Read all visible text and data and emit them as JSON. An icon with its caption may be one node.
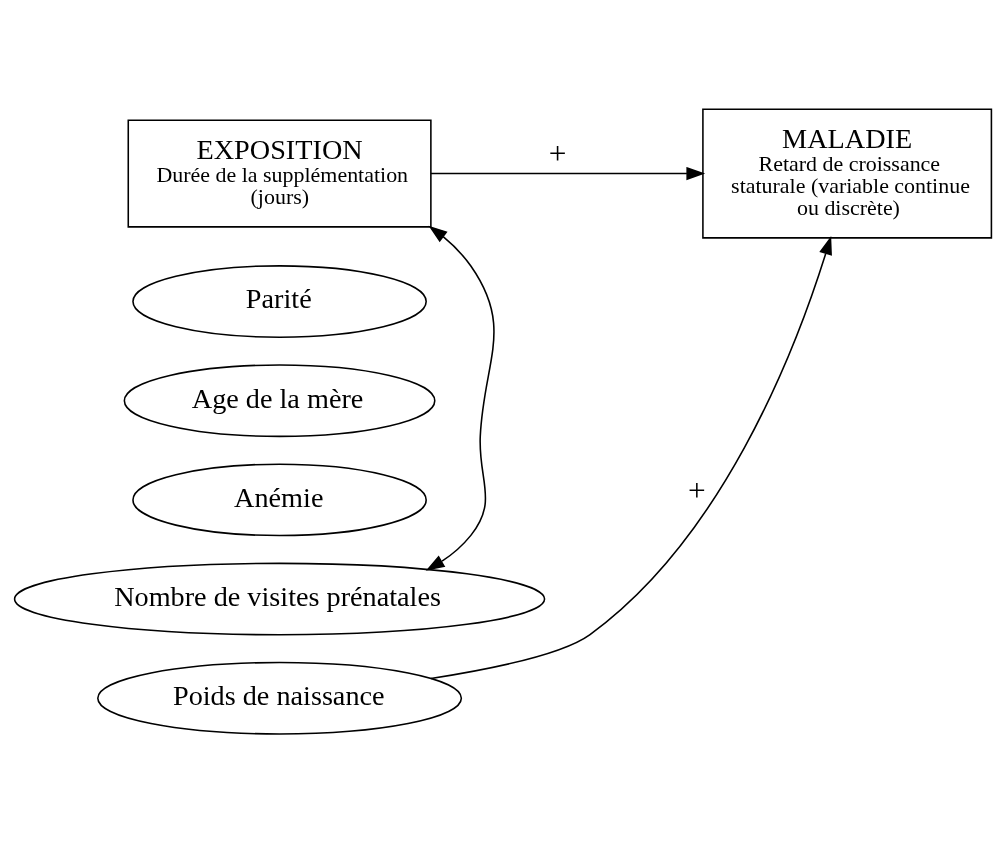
{
  "diagram": {
    "nodes": [
      {
        "text": [
          "EXPOSITION",
          "Durée de la supplémentation (jours)"
        ]
      },
      {
        "text": [
          "MALADIE",
          "Retard de croissance staturale (variable continue ou discrète)"
        ]
      },
      {
        "text": [
          "Parité"
        ]
      },
      {
        "text": [
          "Age de la mère"
        ]
      },
      {
        "text": [
          "Anémie"
        ]
      },
      {
        "text": [
          "Nombre de visites prénatales"
        ]
      },
      {
        "text": [
          "Poids de naissance"
        ]
      }
    ],
    "edges": [
      {
        "from": 0,
        "to": 1,
        "arrow": "to",
        "label": "+"
      },
      {
        "from": 0,
        "to": 5,
        "arrow": "both"
      },
      {
        "from": 6,
        "to": 1,
        "arrow": "to",
        "label": "+"
      }
    ]
  }
}
